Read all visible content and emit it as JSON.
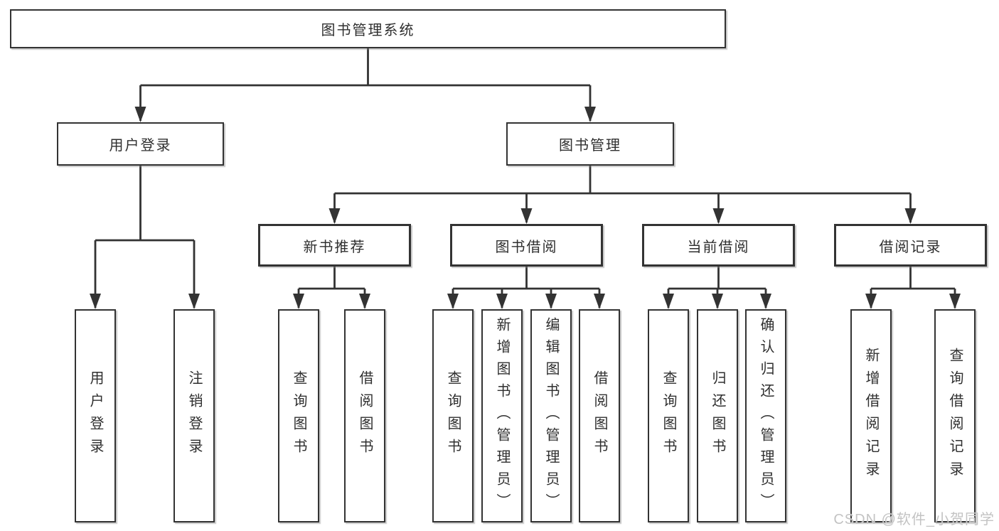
{
  "diagram": {
    "root": {
      "label": "图书管理系统"
    },
    "branches": [
      {
        "label": "用户登录",
        "children": [
          {
            "label": "用户登录"
          },
          {
            "label": "注销登录"
          }
        ]
      },
      {
        "label": "图书管理",
        "sections": [
          {
            "label": "新书推荐",
            "children": [
              {
                "label": "查询图书"
              },
              {
                "label": "借阅图书"
              }
            ]
          },
          {
            "label": "图书借阅",
            "children": [
              {
                "label": "查询图书"
              },
              {
                "label": "新增图书（管理员）"
              },
              {
                "label": "编辑图书（管理员）"
              },
              {
                "label": "借阅图书"
              }
            ]
          },
          {
            "label": "当前借阅",
            "children": [
              {
                "label": "查询图书"
              },
              {
                "label": "归还图书"
              },
              {
                "label": "确认归还（管理员）"
              }
            ]
          },
          {
            "label": "借阅记录",
            "children": [
              {
                "label": "新增借阅记录"
              },
              {
                "label": "查询借阅记录"
              }
            ]
          }
        ]
      }
    ]
  },
  "watermark": {
    "text": "CSDN @软件_小贺同学"
  },
  "colors": {
    "line": "#333333",
    "box_border": "#333333",
    "text": "#2f2f2f",
    "watermark": "#c3c3c3",
    "background": "#ffffff"
  }
}
